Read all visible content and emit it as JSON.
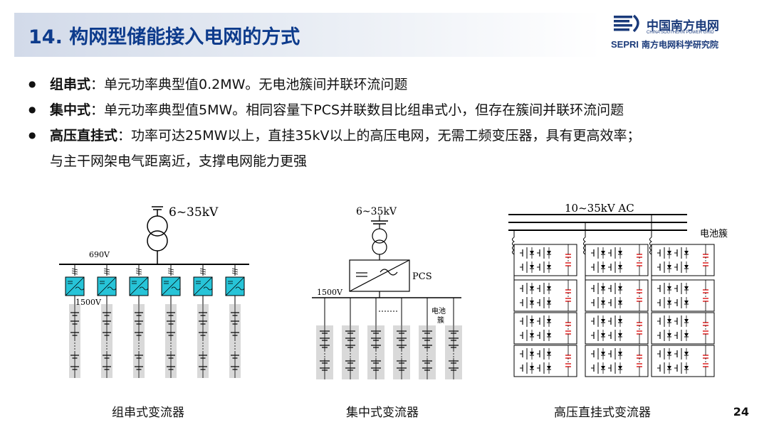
{
  "header": {
    "title": "14. 构网型储能接入电网的方式",
    "logo_cn": "中国南方电网",
    "logo_en": "CHINA SOUTHERN POWER GRID",
    "sepri": "SEPRI",
    "sepri_cn": "南方电网科学研究院"
  },
  "bullets": [
    {
      "term": "组串式",
      "text": "：单元功率典型值0.2MW。无电池簇间并联环流问题"
    },
    {
      "term": "集中式",
      "text": "：单元功率典型值5MW。相同容量下PCS并联数目比组串式小，但存在簇间并联环流问题"
    },
    {
      "term": "高压直挂式",
      "text": "：功率可达25MW以上，直挂35kV以上的高压电网，无需工频变压器，具有更高效率；"
    }
  ],
  "bullet_continuation": "与主干网架电气距离近，支撑电网能力更强",
  "diagram1": {
    "voltage": "6~35kV",
    "bus_label": "690V",
    "dc_label": "1500V",
    "caption": "组串式变流器"
  },
  "diagram2": {
    "voltage": "6~35kV",
    "pcs_label": "PCS",
    "bus_label": "1500V",
    "cluster_label_1": "电池",
    "cluster_label_2": "簇",
    "caption": "集中式变流器"
  },
  "diagram3": {
    "voltage": "10~35kV AC",
    "cluster_label": "电池簇",
    "caption": "高压直挂式变流器"
  },
  "page_number": "24",
  "colors": {
    "title": "#0d3b8c",
    "converter": "#27c4d8",
    "battery_bg": "#d9d9d9",
    "capacitor": "#e03030"
  }
}
